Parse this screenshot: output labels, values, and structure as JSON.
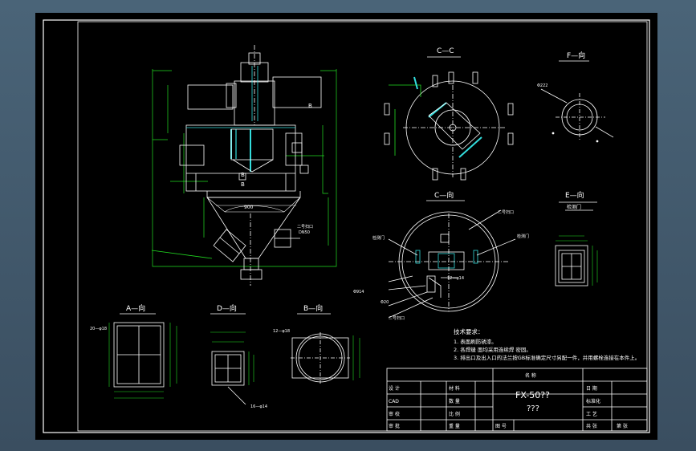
{
  "views": {
    "c_c": "C—C",
    "f_dir": "F—向",
    "c_dir": "C—向",
    "e_dir": "E—向",
    "e_sub": "检测门",
    "a_dir": "A—向",
    "d_dir": "D—向",
    "b_dir": "B—向"
  },
  "labels": {
    "B": "B",
    "dim_900": "900",
    "phi222": "Φ222",
    "dn50": "DN50",
    "inspect_door_1": "检测门",
    "inspect_door_2": "检测门",
    "cleanout_1": "二号扫口",
    "cleanout_2": "二号扫口",
    "cleanout_3": "二号扫口",
    "phi914": "Φ914",
    "phi20": "Φ20",
    "bolts_12": "12—φ14",
    "bolts_20": "20—φ18",
    "bolts_16": "16—φ14",
    "bolts_12b": "12—φ18"
  },
  "notes": {
    "title": "技术要求：",
    "items": [
      "1. 表面刷防锈漆。",
      "2. 各焊缝 面均采用连续焊 密固。",
      "3. 排出口及出入口的法兰按GB标准确定尺寸另配一件，并用螺栓连接在本件上。"
    ]
  },
  "titleblock": {
    "header": "名 称",
    "drawing_no": "FX-50??",
    "drawing_name": "???",
    "rows": [
      [
        "设 计",
        "材 料",
        "日 期"
      ],
      [
        "CAD",
        "数 量",
        "标准化"
      ],
      [
        "审 校",
        "比 例",
        "工 艺"
      ],
      [
        "审 批",
        "重 量",
        "图 号",
        "共 张"
      ]
    ],
    "sheet": "第 张"
  },
  "colors": {
    "lines": "#ffffff",
    "dimensions": "#22dd22",
    "hidden": "#dddd33",
    "flange": "#33dddd",
    "border": "#ffffff"
  }
}
